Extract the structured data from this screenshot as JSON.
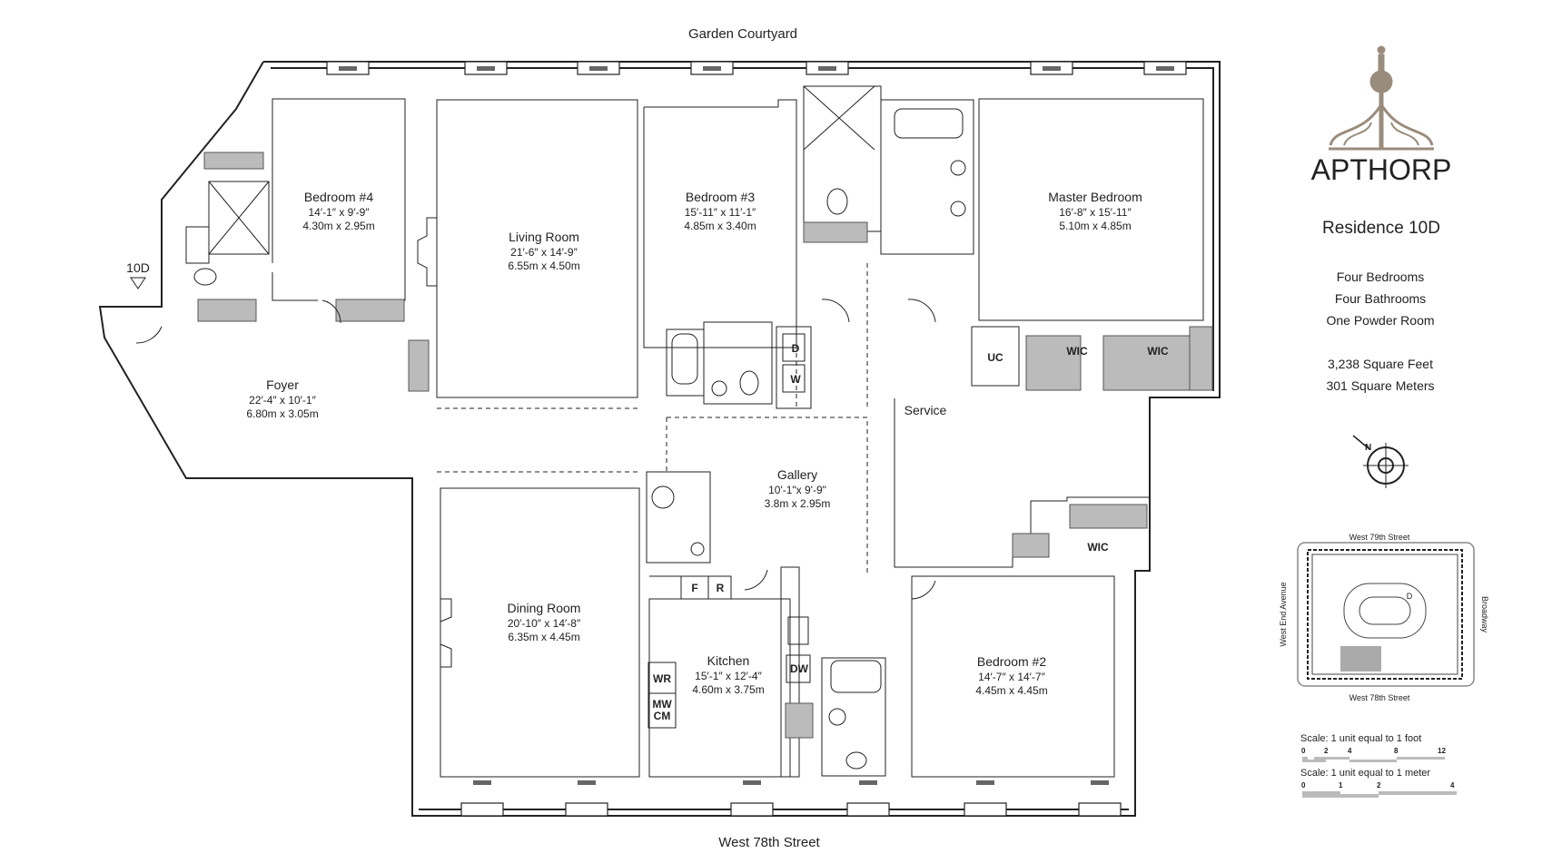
{
  "streets": {
    "top": "Garden Courtyard",
    "bottom": "West 78th Street"
  },
  "unit_marker": "10D",
  "rooms": {
    "bedroom4": {
      "name": "Bedroom #4",
      "imperial": "14′-1″ x 9′-9″",
      "metric": "4.30m x 2.95m"
    },
    "living": {
      "name": "Living Room",
      "imperial": "21′-6″ x 14′-9″",
      "metric": "6.55m x 4.50m"
    },
    "bedroom3": {
      "name": "Bedroom #3",
      "imperial": "15′-11″ x 11′-1″",
      "metric": "4.85m x 3.40m"
    },
    "master": {
      "name": "Master Bedroom",
      "imperial": "16′-8″ x 15′-11″",
      "metric": "5.10m x 4.85m"
    },
    "foyer": {
      "name": "Foyer",
      "imperial": "22′-4″ x 10′-1″",
      "metric": "6.80m x 3.05m"
    },
    "gallery": {
      "name": "Gallery",
      "imperial": "10'-1\"x 9'-9\"",
      "metric": "3.8m x 2.95m"
    },
    "dining": {
      "name": "Dining Room",
      "imperial": "20′-10″ x 14′-8″",
      "metric": "6.35m x 4.45m"
    },
    "kitchen": {
      "name": "Kitchen",
      "imperial": "15′-1″ x 12′-4″",
      "metric": "4.60m x 3.75m"
    },
    "bedroom2": {
      "name": "Bedroom #2",
      "imperial": "14′-7″ x 14′-7″",
      "metric": "4.45m x 4.45m"
    },
    "service": {
      "name": "Service"
    }
  },
  "fixtures": {
    "uc": "UC",
    "wic1": "WIC",
    "wic2": "WIC",
    "wic3": "WIC",
    "dryer": "D",
    "washer": "W",
    "freezer": "F",
    "refrigerator": "R",
    "dishwasher": "DW",
    "wine": "WR",
    "mw": "MW",
    "cm": "CM"
  },
  "info": {
    "brand": "APTHORP",
    "residence": "Residence 10D",
    "bedrooms": "Four Bedrooms",
    "bathrooms": "Four Bathrooms",
    "powder": "One Powder Room",
    "sqft": "3,238 Square Feet",
    "sqm": "301 Square Meters"
  },
  "compass": {
    "north": "N"
  },
  "keymap": {
    "top": "West 79th Street",
    "bottom": "West 78th Street",
    "left": "West End Avenue",
    "right": "Broadway",
    "marker": "D"
  },
  "scale": {
    "feet_label": "Scale: 1 unit equal to 1 foot",
    "feet_ticks": [
      "0",
      "2",
      "4",
      "8",
      "12"
    ],
    "meter_label": "Scale: 1 unit equal to 1 meter",
    "meter_ticks": [
      "0",
      "1",
      "2",
      "4"
    ]
  },
  "colors": {
    "logo": "#9a8c7c",
    "walls": "#222222",
    "closet": "#bbbbbb"
  }
}
